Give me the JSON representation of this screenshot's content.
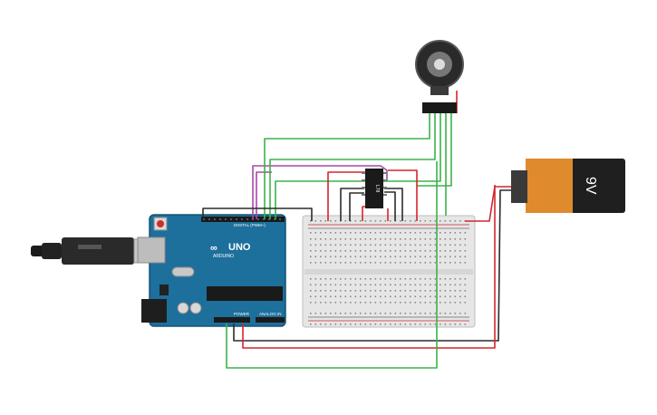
{
  "arduino": {
    "brand": "UNO",
    "sub_brand": "ARDUINO",
    "digital_label": "DIGITAL (PWM~)",
    "power_label": "POWER",
    "analog_label": "ANALOG IN",
    "color": "#1d6f9c"
  },
  "battery": {
    "label": "9V",
    "body_color": "#1f1f1f",
    "label_color": "#e08a2e"
  },
  "ic": {
    "label": "L78"
  },
  "wire_colors": {
    "green": "#3bb34a",
    "red": "#d3262c",
    "black": "#2b2b2b",
    "purple": "#a34aa8"
  },
  "icons": {
    "usb": "usb-connector-icon",
    "motor": "stepper-motor-icon",
    "reset": "reset-button-icon"
  }
}
